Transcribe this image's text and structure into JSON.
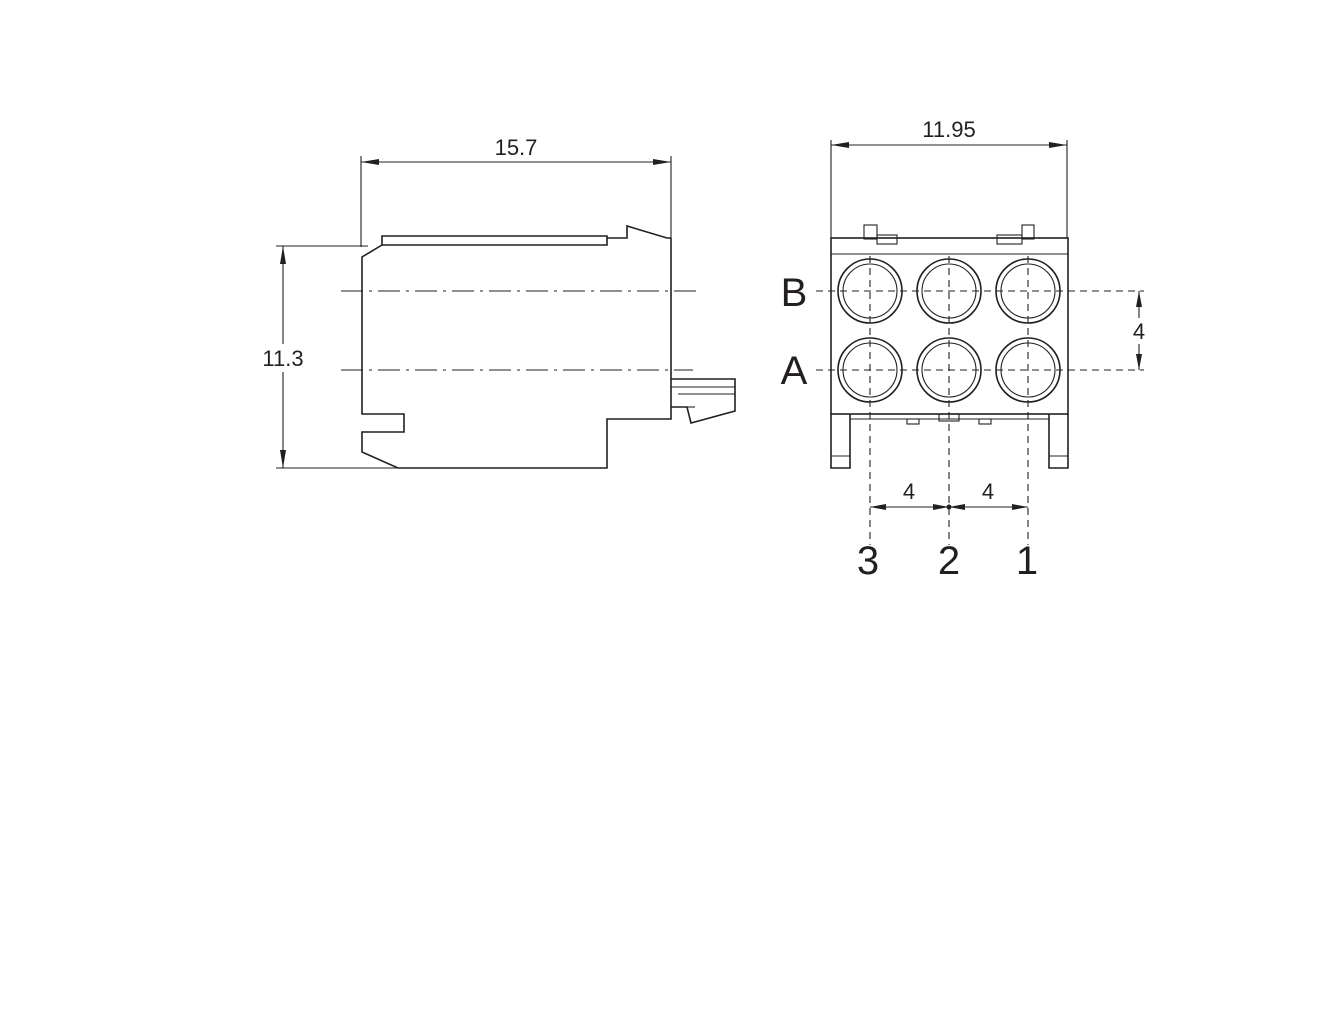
{
  "side_view": {
    "width_dim": "15.7",
    "height_dim": "11.3"
  },
  "front_view": {
    "width_dim": "11.95",
    "row_pitch_dim": "4",
    "col_pitch_left_dim": "4",
    "col_pitch_right_dim": "4",
    "row_labels": [
      "B",
      "A"
    ],
    "column_labels": [
      "3",
      "2",
      "1"
    ]
  }
}
